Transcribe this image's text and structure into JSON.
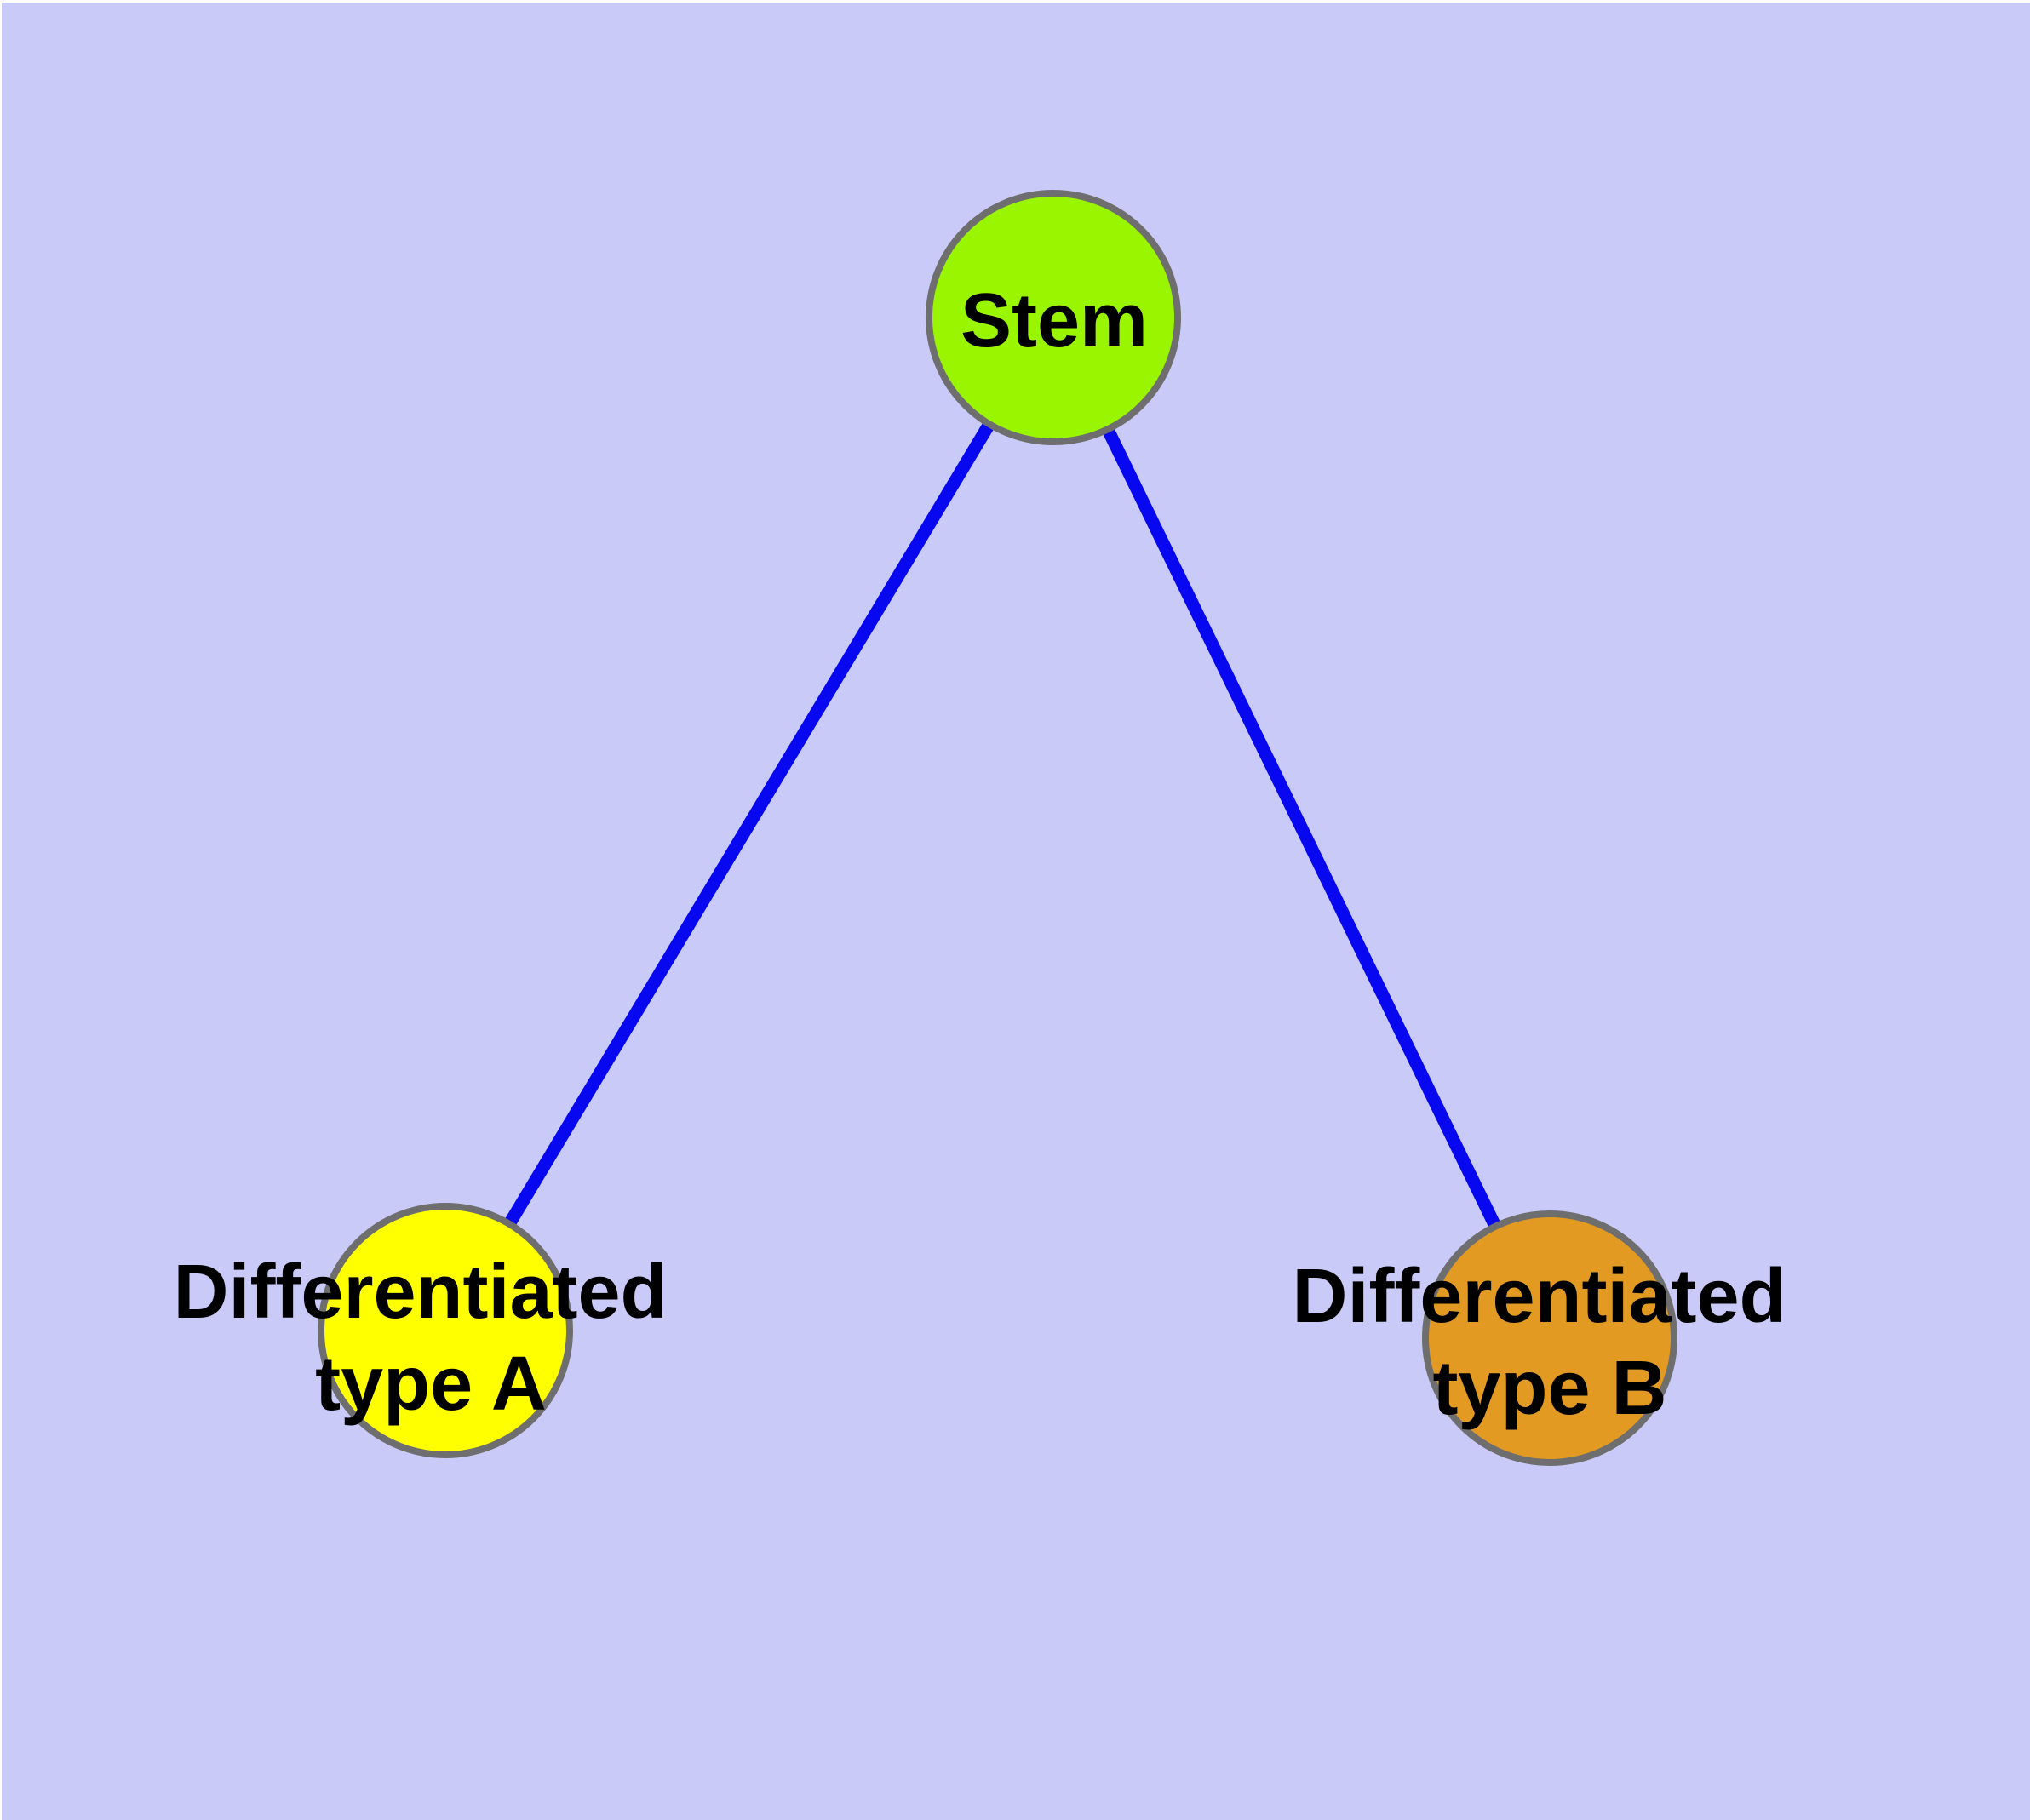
{
  "colors": {
    "page_margin": "#ffffff",
    "background": "#cacaf9",
    "edge": "#0808f0",
    "node_border": "#6e6e6e",
    "label_text": "#000000"
  },
  "graph": {
    "type": "node-link-diagram",
    "nodes": [
      {
        "id": "stem",
        "fill": "#99f500",
        "label_lines": [
          "Stem"
        ]
      },
      {
        "id": "differentiated-type-a",
        "fill": "#ffff00",
        "label_lines": [
          "Differentiated",
          "type A"
        ]
      },
      {
        "id": "differentiated-type-b",
        "fill": "#e39a22",
        "label_lines": [
          "Differentiated",
          "type B"
        ]
      }
    ],
    "edges": [
      {
        "from": "stem",
        "to": "differentiated-type-a"
      },
      {
        "from": "stem",
        "to": "differentiated-type-b"
      }
    ]
  }
}
